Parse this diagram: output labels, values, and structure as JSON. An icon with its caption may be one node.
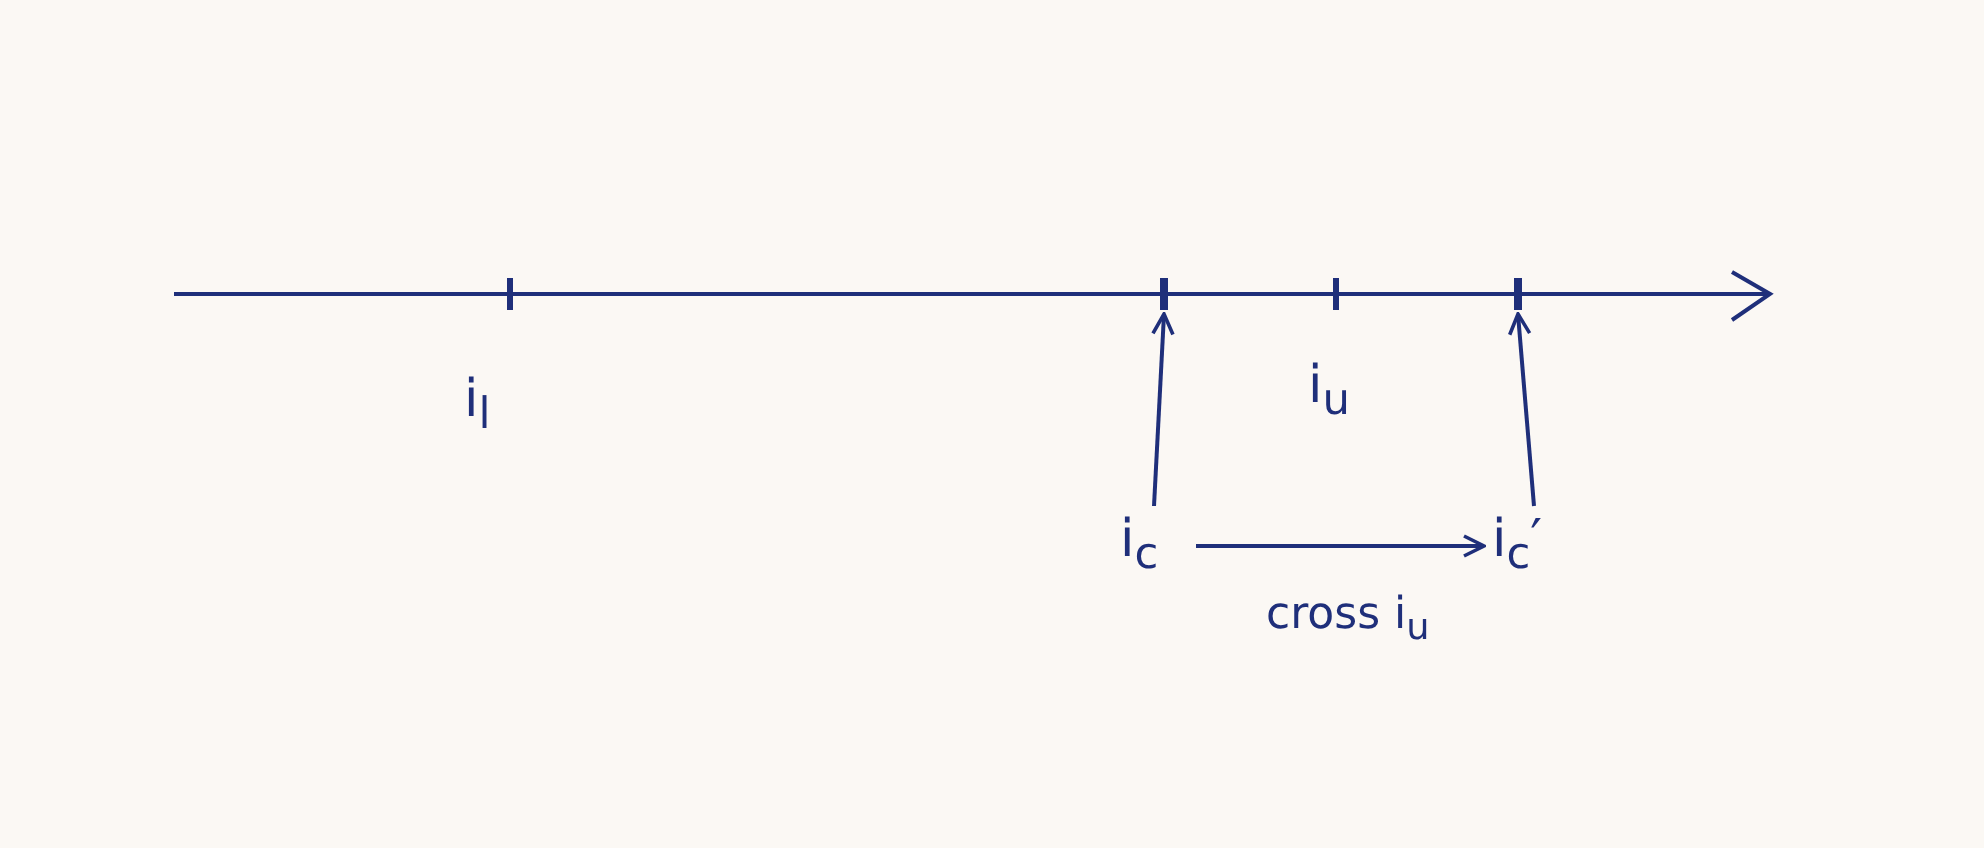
{
  "diagram": {
    "nodes": [
      {
        "text": [],
        "shape": "bar"
      },
      {
        "text": [],
        "shape": "bar"
      },
      {
        "text": [
          "i$_{c}$"
        ]
      },
      {
        "text": [
          "i$_{c}$′"
        ]
      }
    ],
    "edges": [
      {
        "from": 2,
        "to": 0,
        "arrow": "to"
      },
      {
        "from": 3,
        "to": 1,
        "arrow": "to"
      },
      {
        "from": 2,
        "to": 3,
        "arrow": "to",
        "label": "cross i$_{u}$"
      }
    ],
    "labels": [
      "i$_{l}$",
      "i$_{u}$"
    ]
  }
}
